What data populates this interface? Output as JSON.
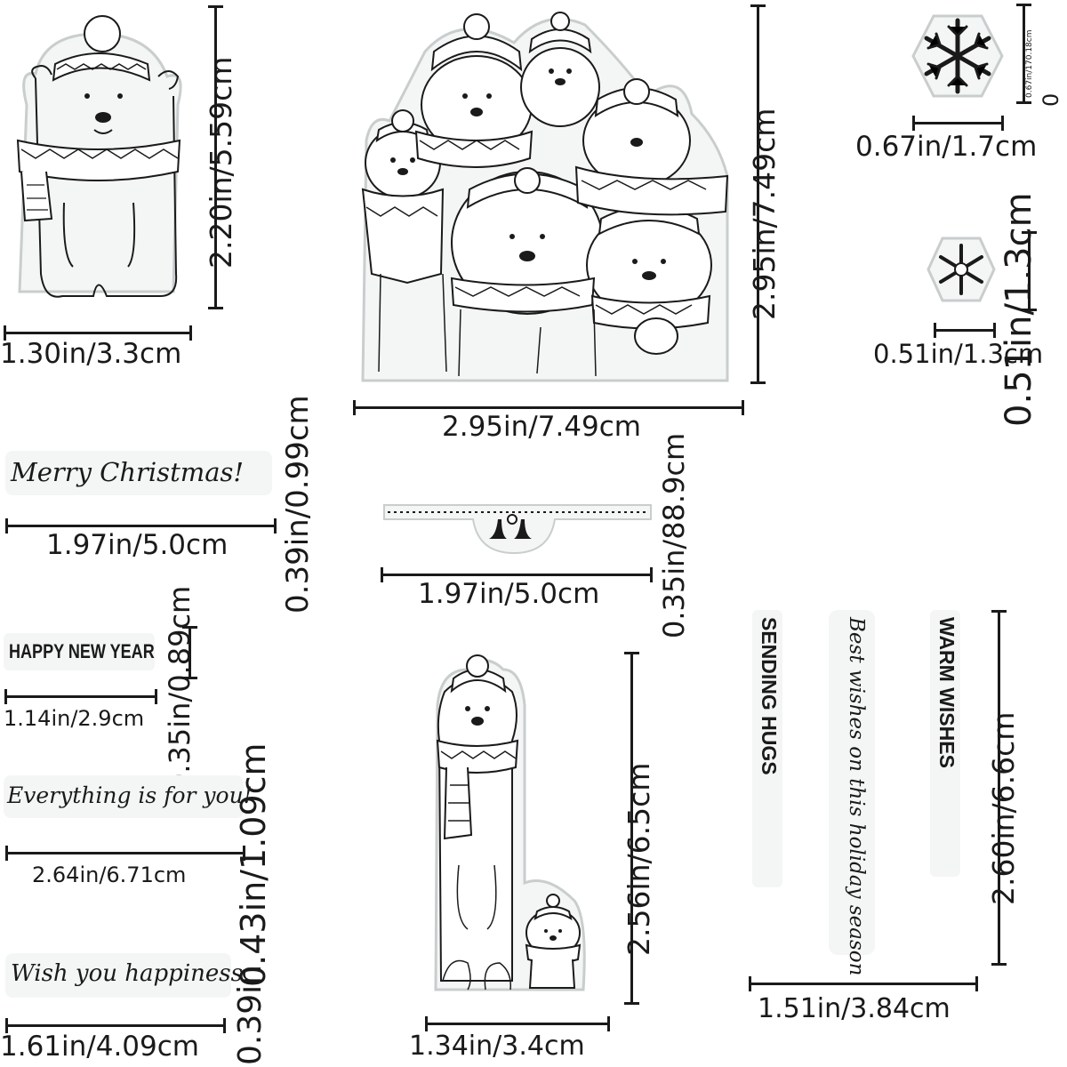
{
  "stamps": {
    "bear_single_dim_w": "1.30in/3.3cm",
    "bear_single_dim_h": "2.20in/5.59cm",
    "bear_group_dim_w": "2.95in/7.49cm",
    "bear_group_dim_h": "2.95in/7.49cm",
    "snowflake_large_dim_w": "0.67in/1.7cm",
    "snowflake_large_dim_h_tiny": "0.67in/170.18cm",
    "snowflake_large_dim_h_cut": "0",
    "snowflake_small_dim_w": "0.51in/1.3cm",
    "snowflake_small_dim_h": "0.51in/1.3cm",
    "merry_christmas_text": "Merry Christmas!",
    "merry_christmas_dim_w": "1.97in/5.0cm",
    "merry_christmas_dim_h": "0.39in/0.99cm",
    "border_dim_w": "1.97in/5.0cm",
    "border_dim_h": "0.35in/88.9cm",
    "happy_new_year_text": "HAPPY NEW YEAR",
    "happy_new_year_dim_w": "1.14in/2.9cm",
    "happy_new_year_dim_h": "0.35in/0.89cm",
    "everything_text": "Everything is for you!",
    "everything_dim_w": "2.64in/6.71cm",
    "everything_dim_h": "0.43in/1.09cm",
    "wish_text": "Wish you happiness.",
    "wish_dim_w": "1.61in/4.09cm",
    "wish_dim_h": "0.39in",
    "bear_pair_dim_w": "1.34in/3.4cm",
    "bear_pair_dim_h": "2.56in/6.5cm",
    "sending_hugs_text": "SENDING HUGS",
    "best_wishes_text": "Best wishes on this holiday season",
    "warm_wishes_text": "WARM WISHES",
    "vertical_phrases_dim_w": "1.51in/3.84cm",
    "vertical_phrases_dim_h": "2.60in/6.6cm"
  },
  "colors": {
    "ink": "#1a1a1a",
    "stamp_fill": "#f4f6f6",
    "stamp_edge": "#c9cdcd"
  }
}
